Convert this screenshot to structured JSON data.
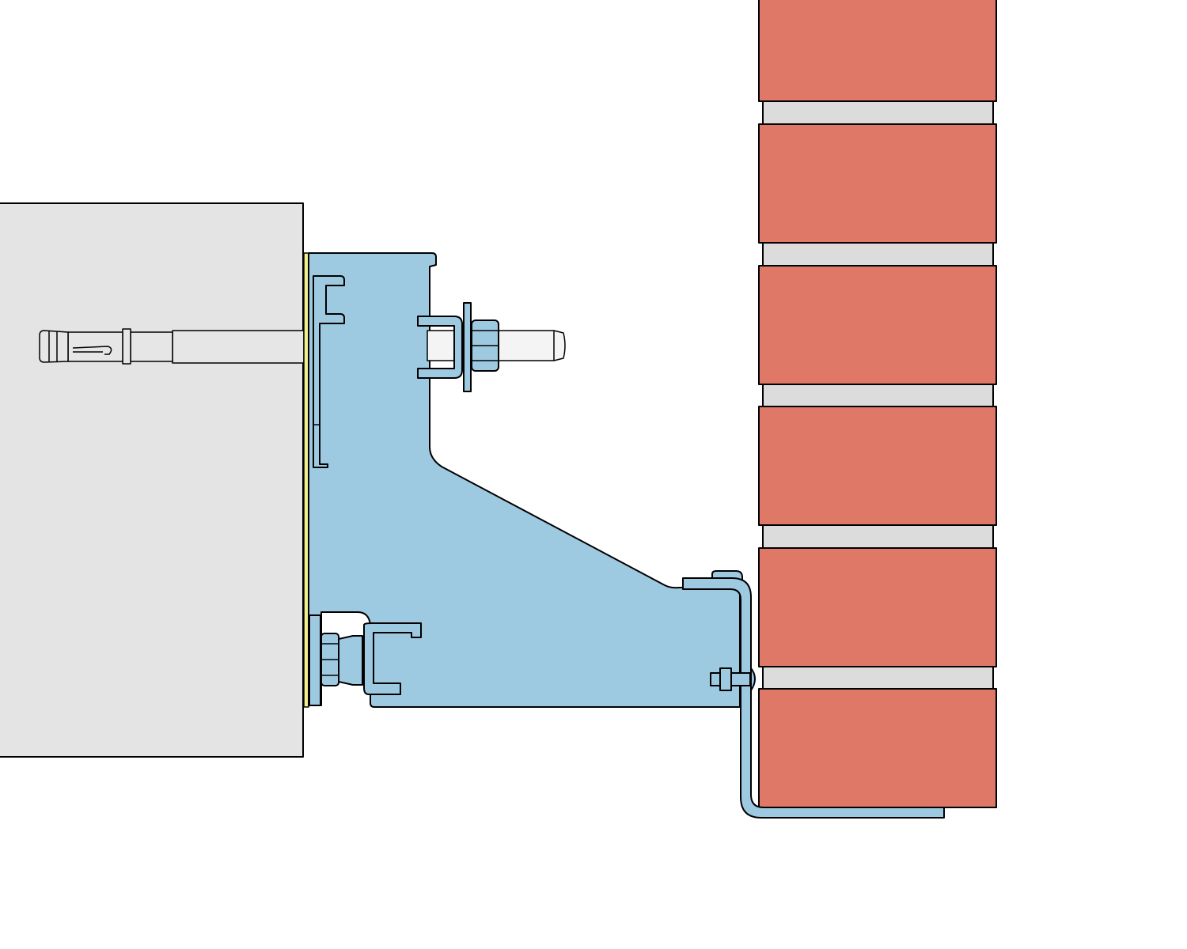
{
  "colors": {
    "background": "#ffffff",
    "concrete": "#e4e4e4",
    "steel": "#9ecae1",
    "brick": "#df7866",
    "mortar": "#dcdcdc",
    "shim": "#f3f08e",
    "anchor": "#e6e6e6",
    "bolt": "#f4f4f4",
    "outline": "#000000"
  },
  "components": {
    "concrete_slab": "concrete-slab",
    "anchor": "expansion-anchor-bolt",
    "bracket": "support-bracket",
    "angle": "support-angle",
    "brick_course_count": 6
  }
}
